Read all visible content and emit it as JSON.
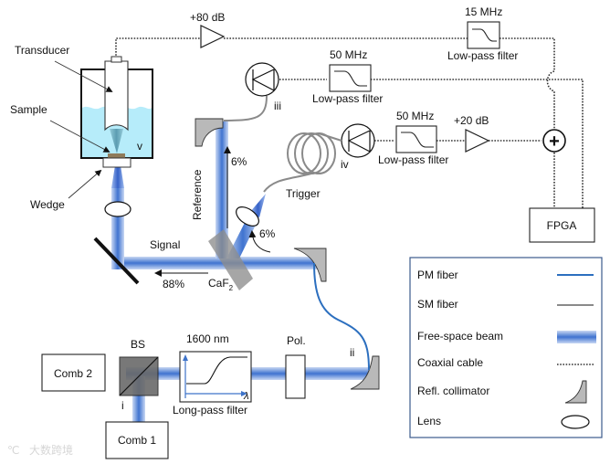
{
  "diagram": {
    "title": "Dual-comb photoacoustic setup schematic",
    "labels": {
      "transducer": "Transducer",
      "sample": "Sample",
      "wedge": "Wedge",
      "v": "v",
      "amp_80": "+80 dB",
      "amp_20": "+20 dB",
      "filter_15_freq": "15 MHz",
      "filter_15_name": "Low-pass filter",
      "filter_50a_freq": "50 MHz",
      "filter_50a_name": "Low-pass filter",
      "filter_50b_freq": "50 MHz",
      "filter_50b_name": "Low-pass filter",
      "detector_iii": "iii",
      "detector_iv": "iv",
      "reference": "Reference",
      "ref_pct": "6%",
      "trigger": "Trigger",
      "trig_pct": "6%",
      "signal": "Signal",
      "signal_pct": "88%",
      "caf2": "CaF",
      "caf2_sub": "2",
      "fpga": "FPGA",
      "sum": "+",
      "bs": "BS",
      "comb1": "Comb 1",
      "comb2": "Comb 2",
      "point_i": "i",
      "point_ii": "ii",
      "lp_wavelength": "1600 nm",
      "lp_name": "Long-pass filter",
      "lambda": "λ",
      "pol": "Pol."
    },
    "legend": {
      "items": [
        {
          "label": "PM fiber",
          "symbol": "pm-fiber-line"
        },
        {
          "label": "SM fiber",
          "symbol": "sm-fiber-line"
        },
        {
          "label": "Free-space beam",
          "symbol": "free-space-beam"
        },
        {
          "label": "Coaxial cable",
          "symbol": "coaxial-dotted-line"
        },
        {
          "label": "Refl. collimator",
          "symbol": "reflective-collimator"
        },
        {
          "label": "Lens",
          "symbol": "lens-ellipse"
        }
      ]
    },
    "watermark": "大数跨境",
    "colors": {
      "beam": "#4a7fd6",
      "pm_fiber": "#2c6fbf",
      "sm_fiber": "#8a8a8a",
      "water": "#b6ecfa",
      "legend_border": "#3b5a8c"
    }
  }
}
